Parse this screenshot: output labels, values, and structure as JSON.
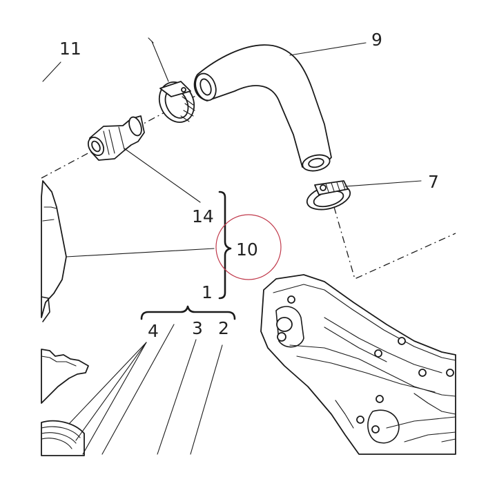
{
  "callouts": {
    "c11": "11",
    "c9": "9",
    "c7": "7",
    "c14": "14",
    "c10": "10",
    "c1": "1",
    "c4": "4",
    "c3": "3",
    "c2": "2"
  },
  "colors": {
    "line": "#1a1a1a",
    "highlight": "#c0394b",
    "background": "#ffffff"
  }
}
